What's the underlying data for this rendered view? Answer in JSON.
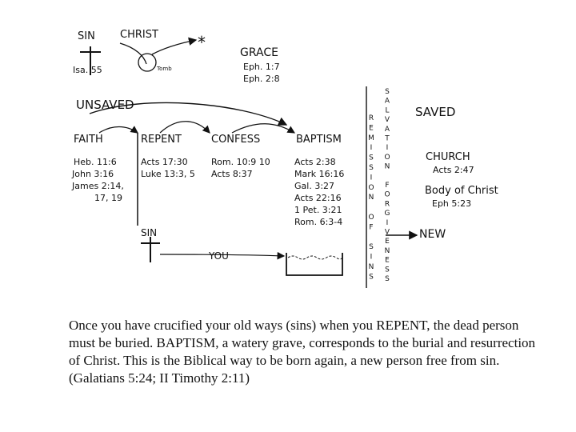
{
  "top": {
    "sin": "SIN",
    "christ": "CHRIST",
    "star": "*",
    "isa": "Isa. 55",
    "tomb": "Tomb",
    "grace": "GRACE",
    "grace_refs": [
      "Eph. 1:7",
      "Eph. 2:8"
    ]
  },
  "unsaved": "UNSAVED",
  "saved": "SAVED",
  "steps": [
    {
      "label": "FAITH",
      "refs": [
        "Heb. 11:6",
        "John 3:16",
        "James 2:14,",
        "17, 19"
      ]
    },
    {
      "label": "REPENT",
      "refs": [
        "Acts 17:30",
        "Luke 13:3, 5"
      ]
    },
    {
      "label": "CONFESS",
      "refs": [
        "Rom. 10:9 10",
        "Acts 8:37"
      ]
    },
    {
      "label": "BAPTISM",
      "refs": [
        "Acts 2:38",
        "Mark 16:16",
        "Gal. 3:27",
        "Acts 22:16",
        "1 Pet. 3:21",
        "Rom. 6:3-4"
      ]
    }
  ],
  "vertical_left": [
    "R",
    "E",
    "M",
    "I",
    "S",
    "S",
    "I",
    "O",
    "N",
    "",
    "O",
    "F",
    "",
    "S",
    "I",
    "N",
    "S"
  ],
  "vertical_right": [
    "S",
    "A",
    "L",
    "V",
    "A",
    "T",
    "I",
    "O",
    "N",
    "",
    "F",
    "O",
    "R",
    "G",
    "I",
    "V",
    "E",
    "N",
    "E",
    "S",
    "S"
  ],
  "church": "CHURCH",
  "church_ref": "Acts 2:47",
  "body": "Body of Christ",
  "body_ref": "Eph 5:23",
  "bottom_sin": "SIN",
  "you": "YOU",
  "new": "NEW",
  "caption": "Once you have crucified your old ways (sins) when you REPENT, the dead person must be buried. BAPTISM, a watery grave, corresponds to the burial and resurrection of Christ. This is the Biblical way to be born again, a new person free from sin. (Galatians 5:24; II Timothy 2:11)"
}
